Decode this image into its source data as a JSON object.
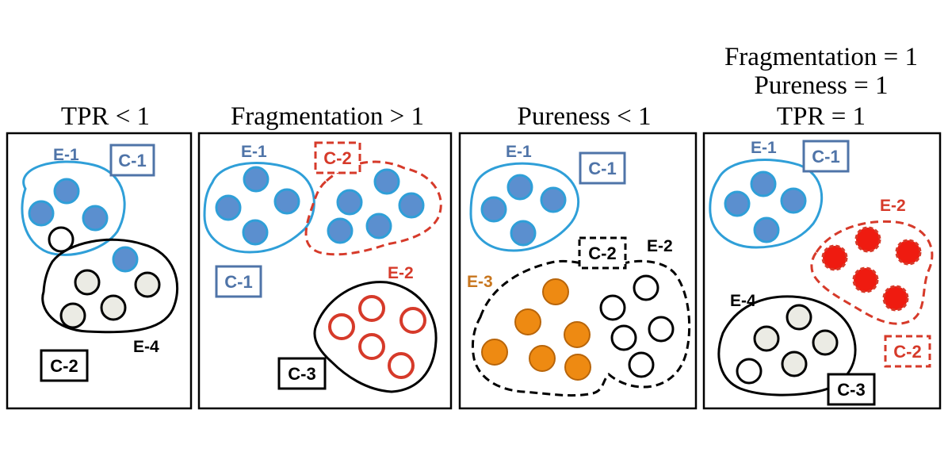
{
  "colors": {
    "blue_stroke": "#2f9fd8",
    "blue_fill": "#5b8fcf",
    "blue_label": "#4f74a8",
    "red": "#d63a2a",
    "red_fill": "#ef1b10",
    "orange_fill": "#ee8a12",
    "orange_stroke": "#b8650a",
    "orange_label": "#c8761e",
    "gray_fill": "#ebebe4",
    "black": "#000000"
  },
  "panels": [
    {
      "title_lines": [
        "TPR < 1"
      ],
      "labels": {
        "e1": "E-1",
        "c1": "C-1",
        "c2": "C-2",
        "e4": "E-4"
      }
    },
    {
      "title_lines": [
        "Fragmentation > 1"
      ],
      "labels": {
        "e1": "E-1",
        "c2": "C-2",
        "c1": "C-1",
        "e2": "E-2",
        "c3": "C-3"
      }
    },
    {
      "title_lines": [
        "Pureness < 1"
      ],
      "labels": {
        "e1": "E-1",
        "c1": "C-1",
        "c2": "C-2",
        "e2": "E-2",
        "e3": "E-3"
      }
    },
    {
      "title_lines": [
        "Fragmentation = 1",
        "Pureness = 1",
        "TPR = 1"
      ],
      "labels": {
        "e1": "E-1",
        "c1": "C-1",
        "e2": "E-2",
        "c2": "C-2",
        "e4": "E-4",
        "c3": "C-3"
      }
    }
  ]
}
